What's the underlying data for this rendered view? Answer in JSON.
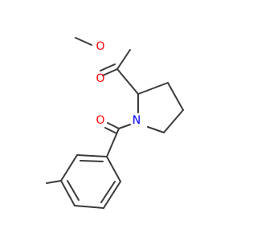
{
  "molecule": {
    "atoms": {
      "ester_O1": {
        "symbol": "O",
        "color": "#ff0000"
      },
      "ester_O2": {
        "symbol": "O",
        "color": "#ff0000"
      },
      "ring_N": {
        "symbol": "N",
        "color": "#0000ff"
      },
      "amide_O": {
        "symbol": "O",
        "color": "#ff0000"
      }
    },
    "bond_color": "#3a3a3a"
  }
}
